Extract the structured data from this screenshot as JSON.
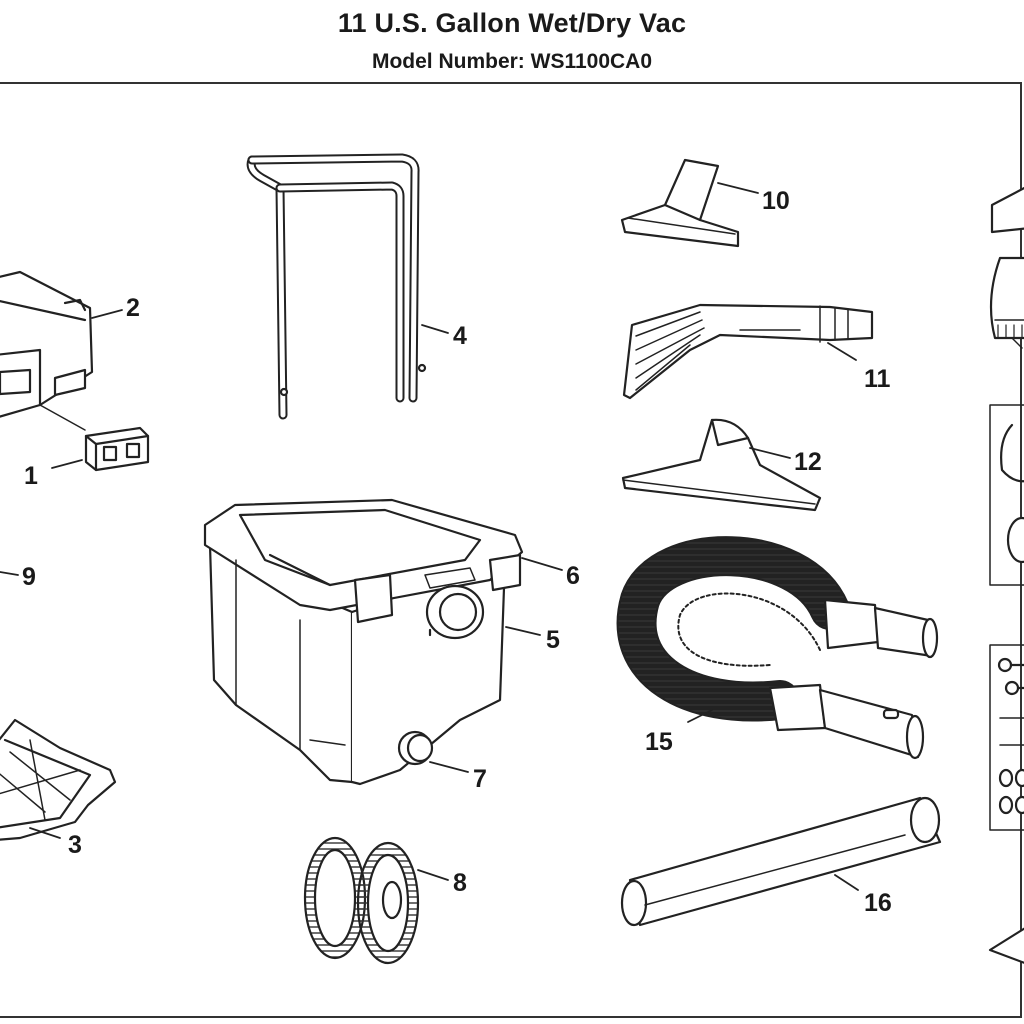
{
  "header": {
    "title": "11 U.S. Gallon Wet/Dry Vac",
    "subtitle": "Model Number:  WS1100CA0"
  },
  "callouts": [
    "1",
    "2",
    "3",
    "4",
    "5",
    "6",
    "7",
    "8",
    "9",
    "10",
    "11",
    "12",
    "15",
    "16"
  ]
}
